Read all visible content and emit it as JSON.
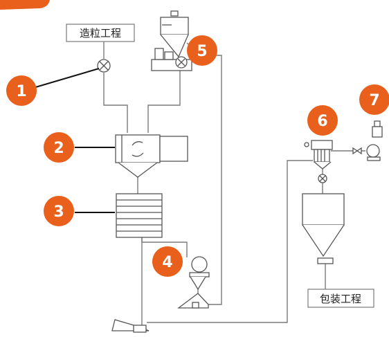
{
  "colors": {
    "line": "#7a7a7a",
    "equipment": "#555555",
    "badge": "#e8601c",
    "badge_text": "#ffffff"
  },
  "labels": {
    "granulation": "造粒工程",
    "packaging": "包装工程"
  },
  "markers": [
    "1",
    "2",
    "3",
    "4",
    "5",
    "6",
    "7"
  ]
}
